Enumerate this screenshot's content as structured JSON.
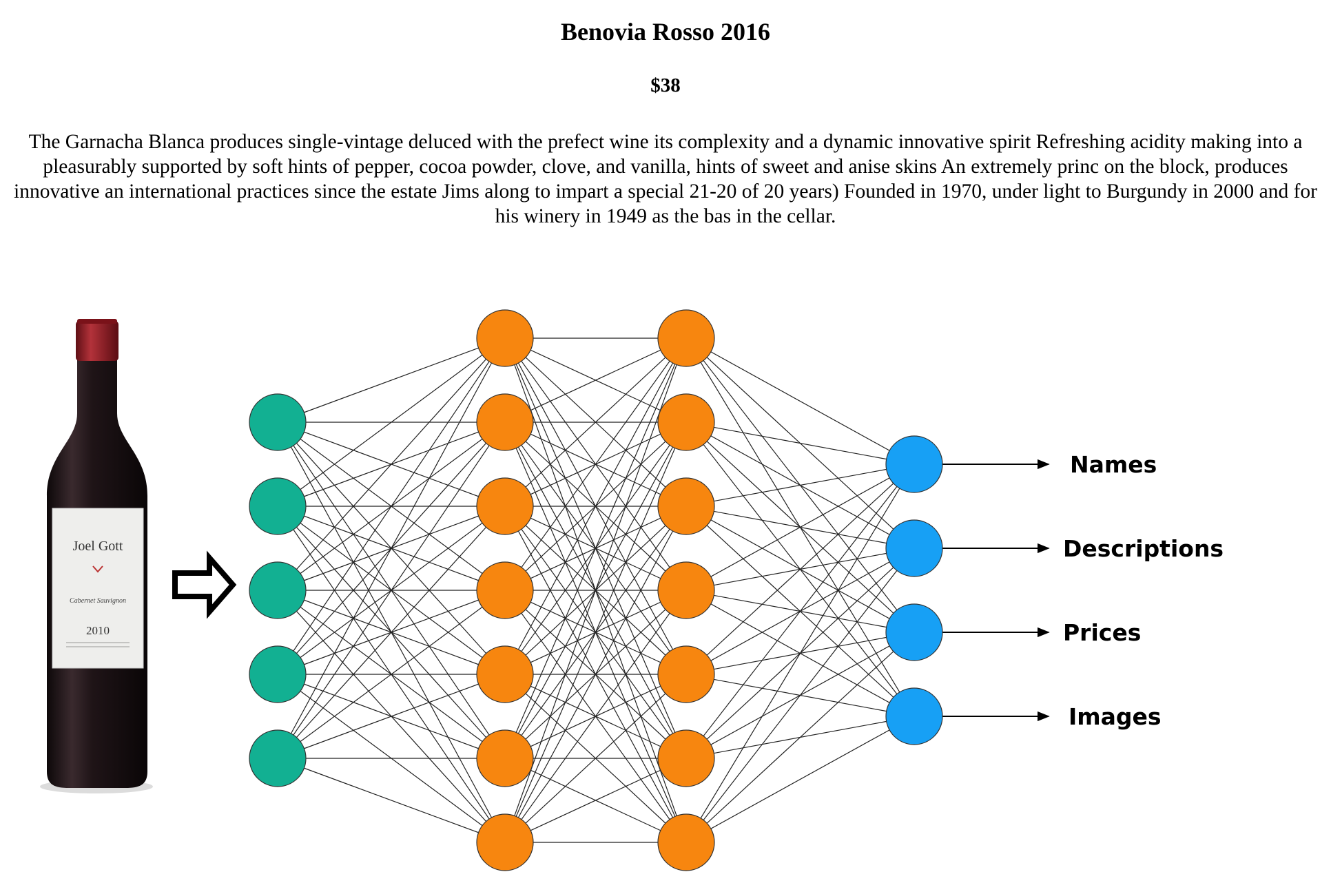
{
  "product": {
    "title": "Benovia Rosso 2016",
    "price": "$38",
    "description": "The Garnacha Blanca produces single-vintage deluced with the prefect wine its complexity and a dynamic innovative spirit Refreshing acidity making into a pleasurably supported by soft hints of pepper, cocoa powder, clove, and vanilla, hints of sweet and anise skins An extremely princ on the block, produces innovative an international practices since the estate Jims along to impart a special 21-20 of 20 years) Founded in 1970, under light to Burgundy in 2000 and for his winery in 1949 as the bas in the cellar."
  },
  "bottle_label": {
    "brand": "Joel Gott",
    "varietal": "Cabernet Sauvignon",
    "year": "2010"
  },
  "network": {
    "layers": [
      {
        "name": "input",
        "nodes": 5,
        "color": "#12b092"
      },
      {
        "name": "hidden-1",
        "nodes": 7,
        "color": "#f7860f"
      },
      {
        "name": "hidden-2",
        "nodes": 7,
        "color": "#f7860f"
      },
      {
        "name": "output",
        "nodes": 4,
        "color": "#17a0f5"
      }
    ],
    "outputs": [
      "Names",
      "Descriptions",
      "Prices",
      "Images"
    ]
  },
  "colors": {
    "bottle_glass": "#1c1215",
    "bottle_capsule": "#9a1c24",
    "label_paper": "#eeeeec",
    "edges": "#222222",
    "input_arrow": "#000000"
  }
}
